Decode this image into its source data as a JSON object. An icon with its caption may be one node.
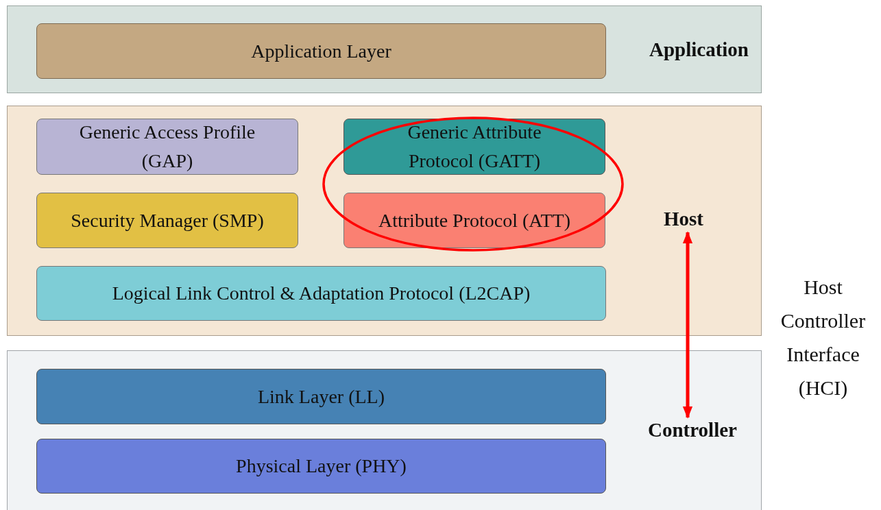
{
  "diagram": {
    "nodes": [
      {
        "text": [
          "Application"
        ]
      },
      {
        "text": [
          "Application Layer"
        ],
        "in": 0
      },
      {
        "text": [],
        "shape": "box"
      },
      {
        "text": [
          "Generic Access Profile (GAP)"
        ],
        "in": 2
      },
      {
        "text": [],
        "shape": "ellipse",
        "in": 2
      },
      {
        "text": [
          "Generic Attribute Protocol (GATT)"
        ],
        "in": 4
      },
      {
        "text": [
          "Security Manager (SMP)"
        ],
        "in": 2
      },
      {
        "text": [
          "Attribute Protocol (ATT)"
        ],
        "in": 4
      },
      {
        "text": [
          "Logical Link Control & Adaptation Protocol (L2CAP)"
        ],
        "in": 2
      },
      {
        "text": [
          "Host"
        ],
        "in": 2
      },
      {
        "text": [],
        "shape": "box"
      },
      {
        "text": [
          "Link Layer (LL)"
        ],
        "in": 10
      },
      {
        "text": [
          "Physical Layer (PHY)"
        ],
        "in": 10
      },
      {
        "text": [
          "Controller"
        ],
        "in": 10
      }
    ],
    "edges": [
      {
        "from": 9,
        "to": 13,
        "arrow": "both",
        "color": "#ff0000"
      }
    ],
    "labels": [
      "Host Controller Interface (HCI)"
    ]
  }
}
